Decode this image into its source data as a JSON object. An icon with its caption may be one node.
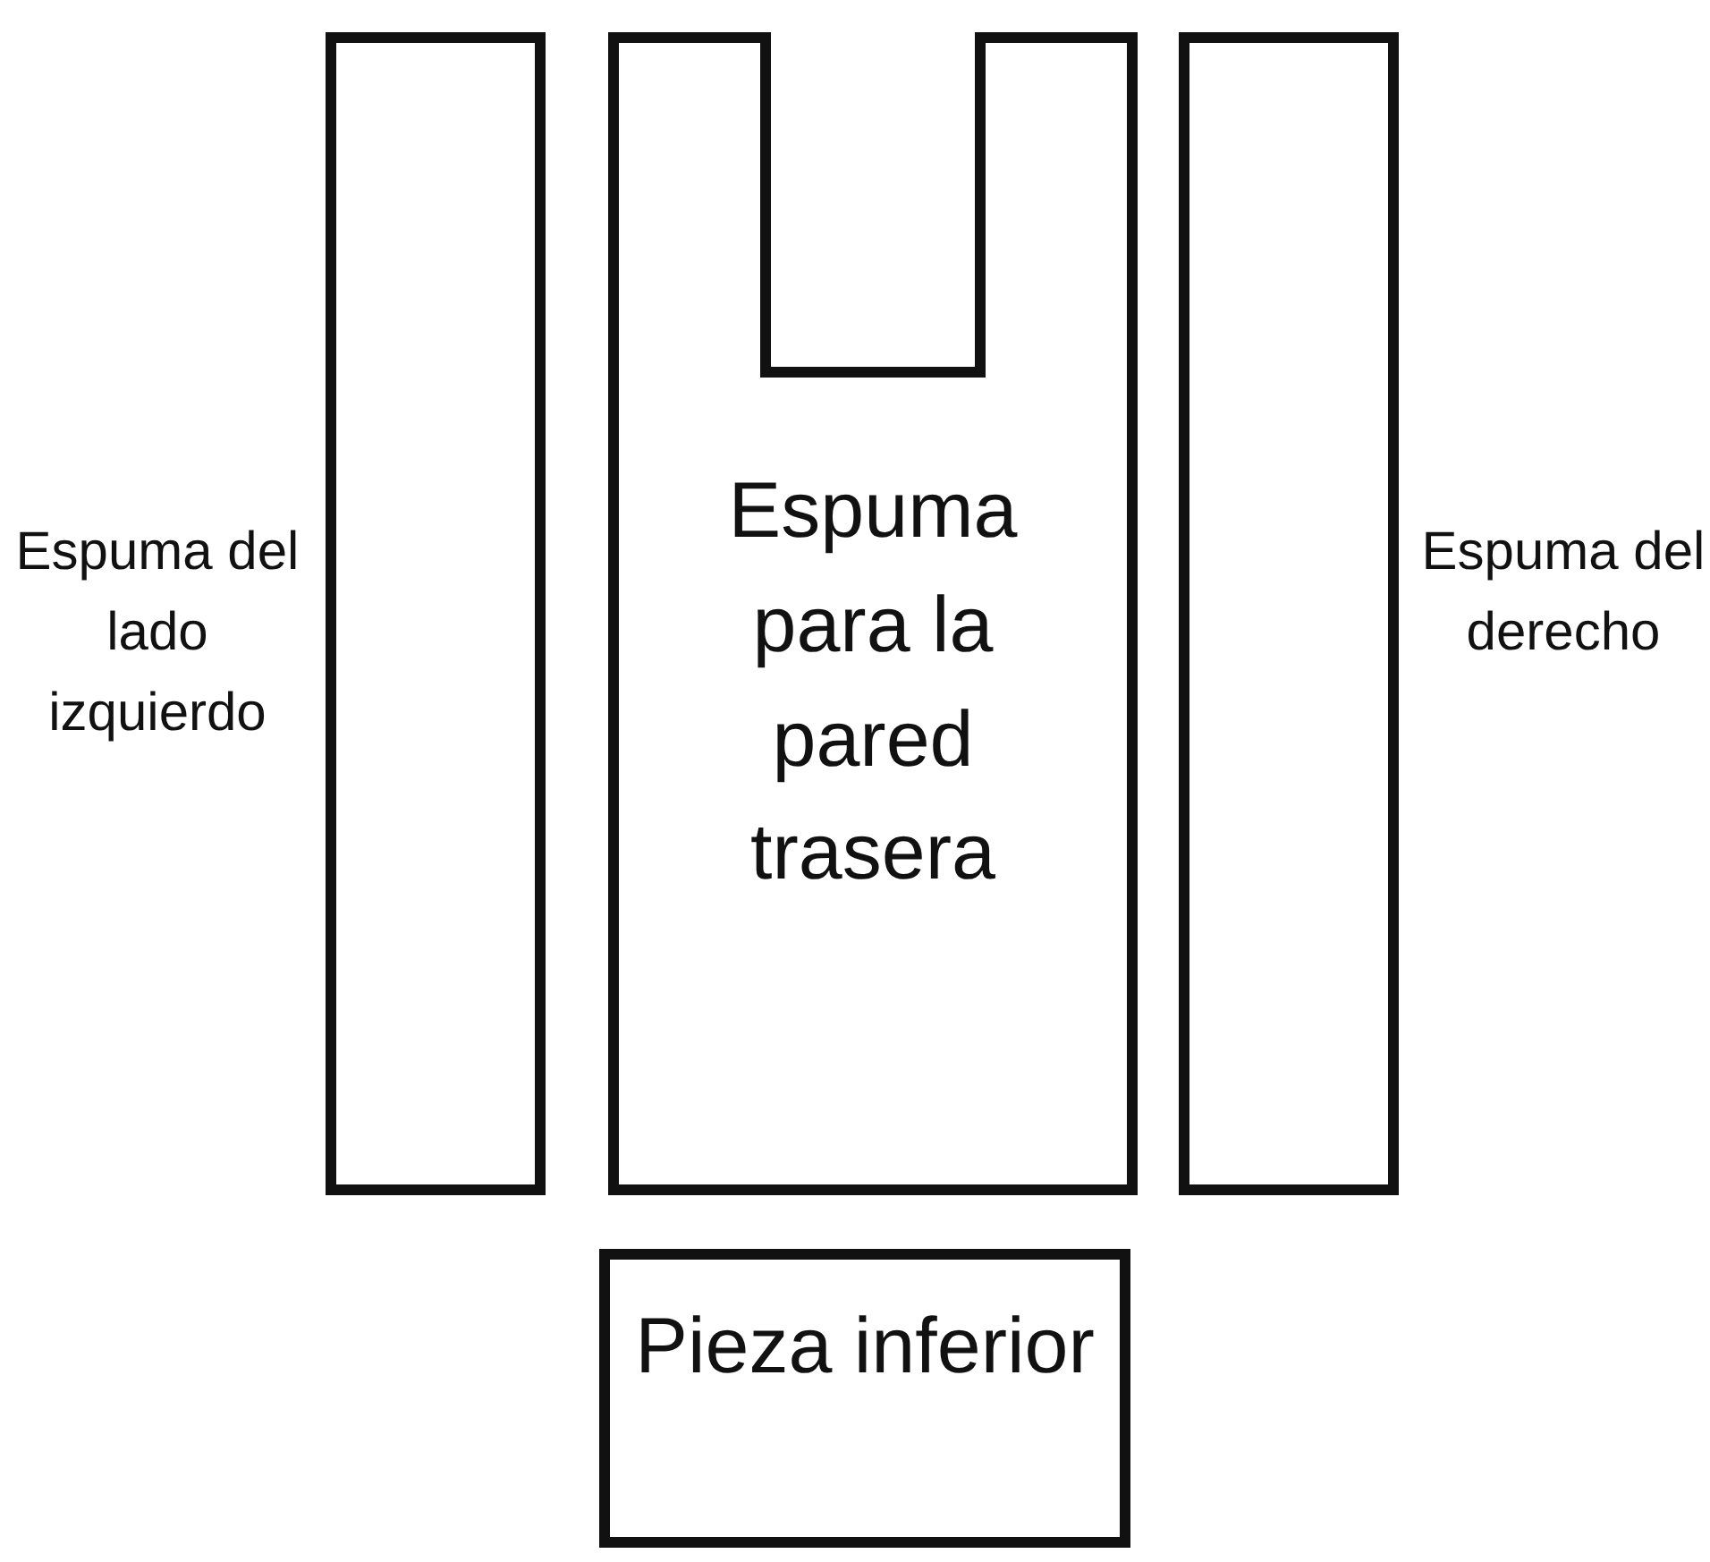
{
  "diagram": {
    "nodes": [
      {
        "text": [
          "Espuma del lado izquierdo"
        ]
      },
      {
        "text": [
          "Espuma para la pared trasera"
        ]
      },
      {
        "text": [
          "Espuma del derecho"
        ]
      },
      {
        "text": [
          "Pieza inferior"
        ]
      }
    ]
  }
}
